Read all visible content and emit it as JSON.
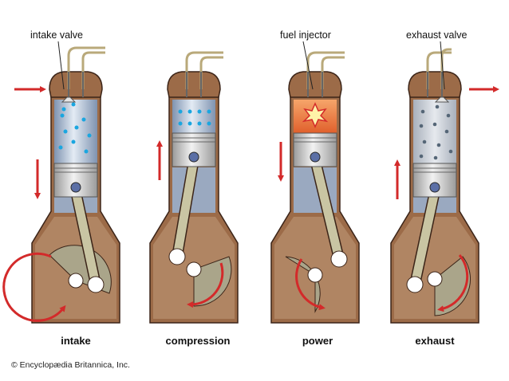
{
  "callouts": {
    "intake_valve": "intake valve",
    "fuel_injector": "fuel injector",
    "exhaust_valve": "exhaust valve"
  },
  "stages": [
    {
      "label": "intake",
      "piston_motion": "down",
      "flow": "in",
      "chamber": "droplets"
    },
    {
      "label": "compression",
      "piston_motion": "up",
      "flow": "none",
      "chamber": "droplets-compressed"
    },
    {
      "label": "power",
      "piston_motion": "down",
      "flow": "none",
      "chamber": "combustion"
    },
    {
      "label": "exhaust",
      "piston_motion": "up",
      "flow": "out",
      "chamber": "exhaust-gas"
    }
  ],
  "credit": "© Encyclopædia Britannica, Inc.",
  "colors": {
    "block": "#9c6b48",
    "block_outline": "#3b2418",
    "cylinder": "#b9c9dc",
    "piston": "#d8d8d8",
    "rod": "#c9c5a3",
    "crank": "#aaa58a",
    "motion_arrow": "#d32a2a",
    "fuel_droplet": "#1aa6e0",
    "exhaust_particle": "#556677",
    "combustion": "#ef7d3a"
  }
}
